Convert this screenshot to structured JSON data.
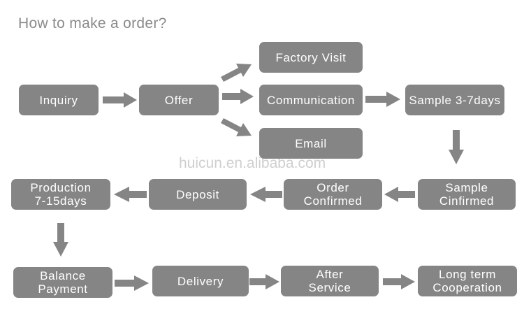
{
  "title": "How to make a order?",
  "watermark": "huicun.en.alibaba.com",
  "colors": {
    "box": "#858585",
    "arrow": "#858585",
    "title": "#8a8a8a",
    "watermark": "#cfcfcf"
  },
  "steps": {
    "inquiry": [
      "Inquiry"
    ],
    "offer": [
      "Offer"
    ],
    "factory_visit": [
      "Factory Visit"
    ],
    "communication": [
      "Communication"
    ],
    "email": [
      "Email"
    ],
    "sample": [
      "Sample 3-7days"
    ],
    "sample_confirmed": [
      "Sample",
      "Cinfirmed"
    ],
    "order_confirmed": [
      "Order",
      "Confirmed"
    ],
    "deposit": [
      "Deposit"
    ],
    "production": [
      "Production",
      "7-15days"
    ],
    "balance_payment": [
      "Balance",
      "Payment"
    ],
    "delivery": [
      "Delivery"
    ],
    "after_service": [
      "After",
      "Service"
    ],
    "long_term": [
      "Long term",
      "Cooperation"
    ]
  }
}
